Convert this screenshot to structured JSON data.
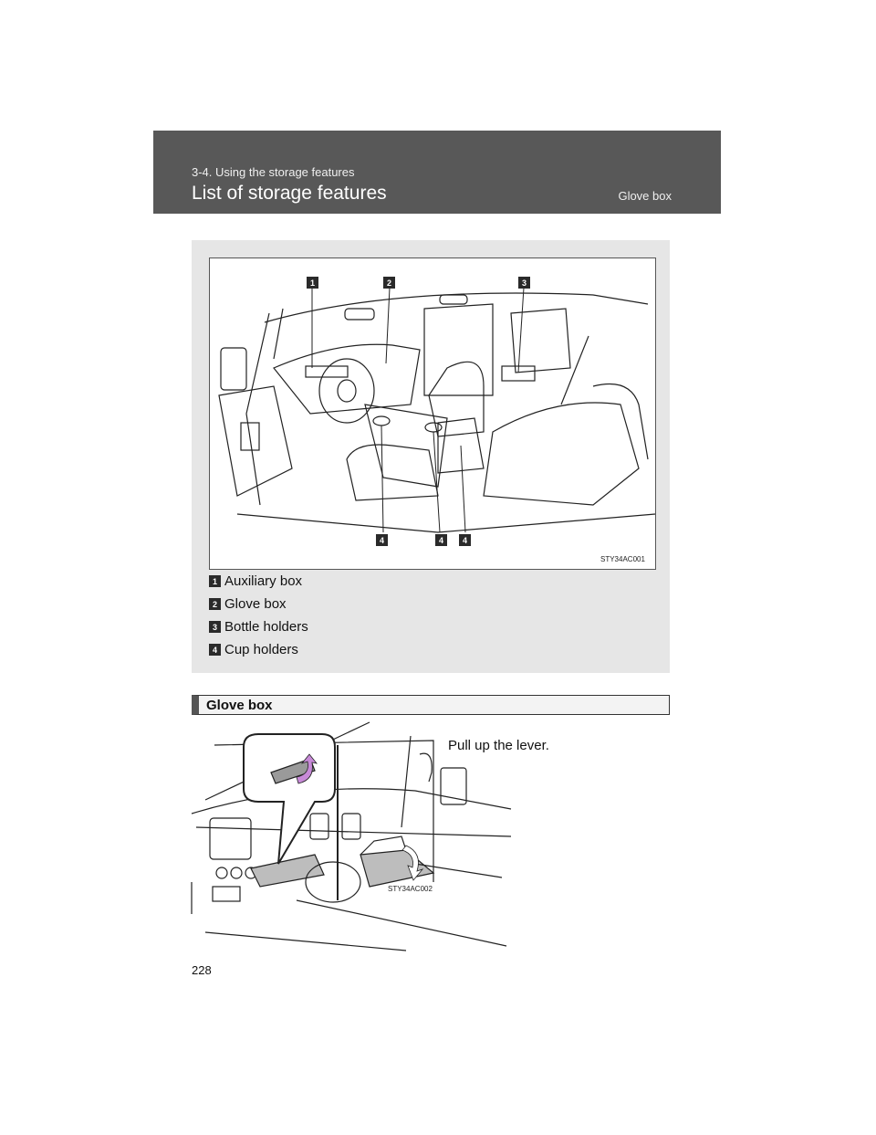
{
  "header": {
    "section": "3-4.  Using the storage features",
    "title": "List of storage features",
    "tab": "Glove box"
  },
  "figure1": {
    "code": "STY34AC001",
    "callouts": [
      "1",
      "2",
      "3",
      "4",
      "4",
      "4"
    ]
  },
  "legend": [
    {
      "num": "1",
      "label": "Auxiliary box"
    },
    {
      "num": "2",
      "label": "Glove box"
    },
    {
      "num": "3",
      "label": "Bottle holders"
    },
    {
      "num": "4",
      "label": "Cup holders"
    }
  ],
  "section": {
    "title": "Glove box",
    "instruction": "Pull up the lever."
  },
  "figure2": {
    "code": "STY34AC002"
  },
  "page_number": "228",
  "colors": {
    "header_bg": "#585858",
    "panel_bg": "#e6e6e6",
    "badge_bg": "#2a2a2a",
    "arrow": "#c88ad8"
  }
}
